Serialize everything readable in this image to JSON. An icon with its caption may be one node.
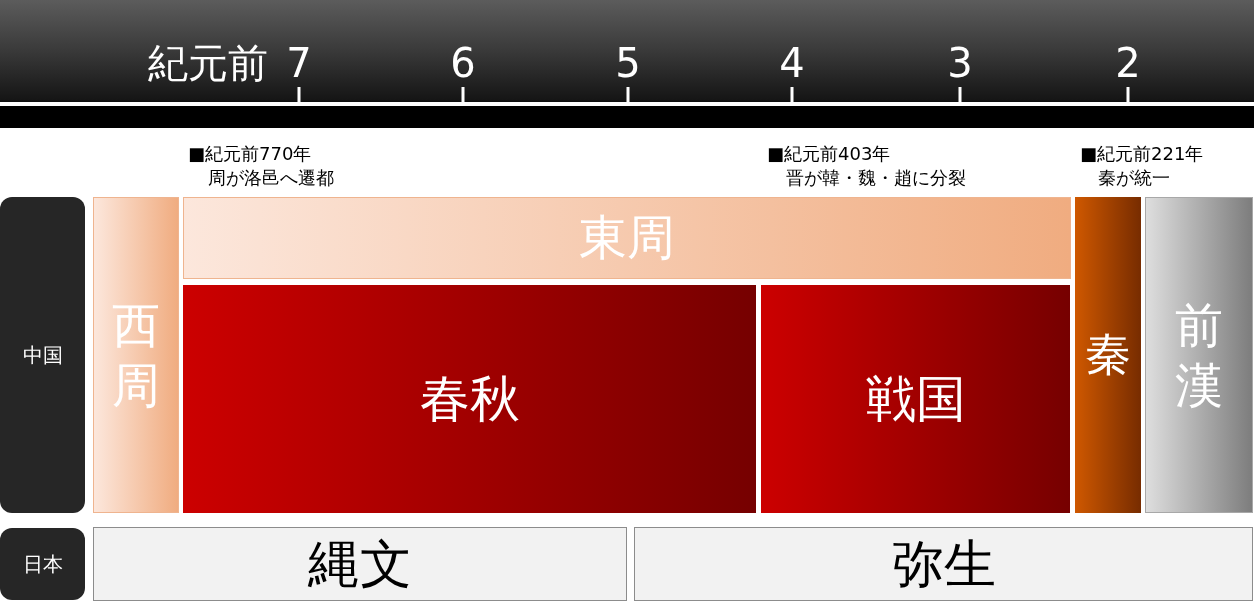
{
  "diagram": {
    "nodes": [
      {
        "text": [
          "中国"
        ]
      },
      {
        "text": [
          "西周"
        ]
      },
      {
        "text": [
          "東周"
        ]
      },
      {
        "text": [
          "春秋"
        ]
      },
      {
        "text": [
          "戦国"
        ]
      },
      {
        "text": [
          "秦"
        ]
      },
      {
        "text": [
          "前漢"
        ]
      },
      {
        "text": [
          "日本"
        ]
      },
      {
        "text": [
          "縄文"
        ]
      },
      {
        "text": [
          "弥生"
        ]
      }
    ],
    "labels": [
      "紀元前",
      "7",
      "6",
      "5",
      "4",
      "3",
      "2",
      "■紀元前770年",
      "周が洛邑へ遷都",
      "■紀元前403年",
      "晋が韓・魏・趙に分裂",
      "■紀元前221年",
      "秦が統一"
    ]
  }
}
